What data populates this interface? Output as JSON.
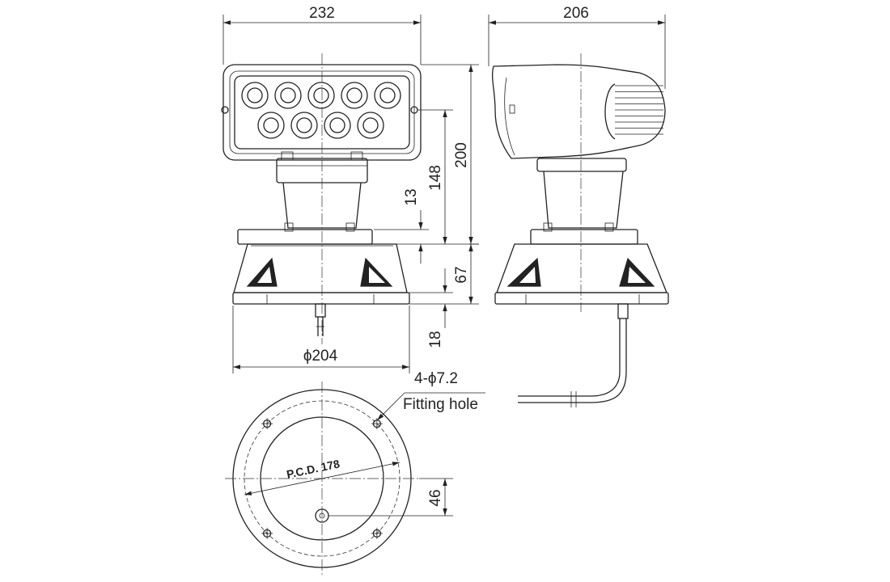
{
  "dimensions": {
    "front_width": "232",
    "side_depth": "206",
    "total_height": "200",
    "height_148": "148",
    "height_13": "13",
    "height_67": "67",
    "height_18": "18",
    "base_diameter": "ϕ204",
    "hole_spec": "4-ϕ7.2",
    "hole_label": "Fitting hole",
    "pcd": "P.C.D. 178",
    "offset_46": "46"
  },
  "led_count": 9
}
